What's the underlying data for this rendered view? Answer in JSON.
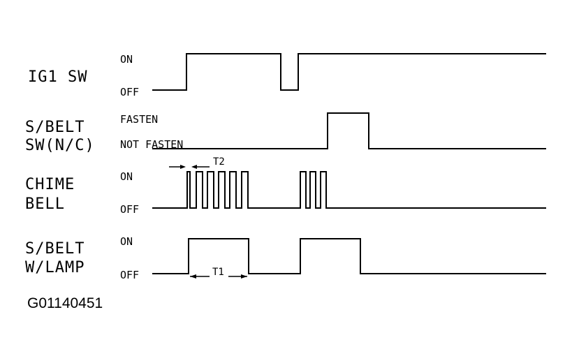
{
  "signals": [
    {
      "id": "ig1",
      "name_lines": [
        "IG1 SW"
      ],
      "high_state": "ON",
      "low_state": "OFF"
    },
    {
      "id": "sbelt_sw",
      "name_lines": [
        "S/BELT",
        "SW(N/C)"
      ],
      "high_state": "FASTEN",
      "low_state": "NOT FASTEN"
    },
    {
      "id": "chime",
      "name_lines": [
        "CHIME",
        "BELL"
      ],
      "high_state": "ON",
      "low_state": "OFF"
    },
    {
      "id": "lamp",
      "name_lines": [
        "S/BELT",
        "W/LAMP"
      ],
      "high_state": "ON",
      "low_state": "OFF"
    }
  ],
  "timing": {
    "t1": "T1",
    "t2": "T2"
  },
  "figure_id": "G01140451"
}
